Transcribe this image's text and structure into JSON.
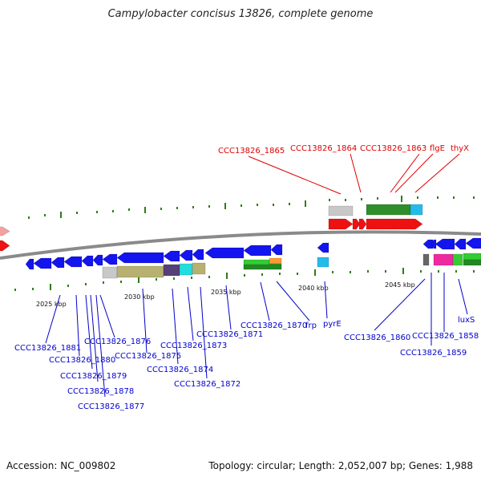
{
  "title": "Campylobacter concisus 13826, complete genome",
  "footer": {
    "accession": "Accession: NC_009802",
    "summary": "Topology: circular; Length: 2,052,007 bp; Genes: 1,988"
  },
  "colors": {
    "backbone": "#8a8a8a",
    "forward_label": "#dd0000",
    "reverse_label": "#0000cc",
    "tick": "#2e7d1a"
  },
  "scale_ticks": [
    "2025 kbp",
    "2030 kbp",
    "2035 kbp",
    "2040 kbp",
    "2045 kbp"
  ],
  "forward_labels": [
    "CCC13826_1865",
    "CCC13826_1864",
    "CCC13826_1863",
    "flgE",
    "thyX"
  ],
  "reverse_labels": [
    "CCC13826_1881",
    "CCC13826_1880",
    "CCC13826_1879",
    "CCC13826_1878",
    "CCC13826_1877",
    "CCC13826_1876",
    "CCC13826_1875",
    "CCC13826_1874",
    "CCC13826_1873",
    "CCC13826_1872",
    "CCC13826_1871",
    "CCC13826_1870",
    "frp",
    "pyrE",
    "CCC13826_1860",
    "CCC13826_1859",
    "CCC13826_1858",
    "luxS"
  ]
}
